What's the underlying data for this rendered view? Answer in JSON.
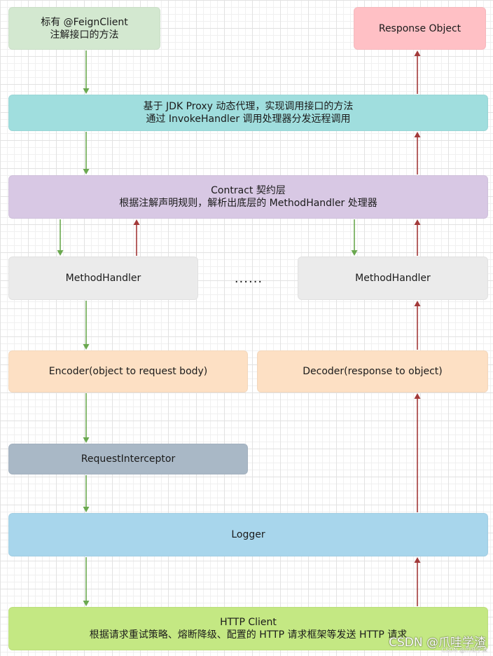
{
  "colors": {
    "green_arrow": "#6aa84f",
    "red_arrow": "#a33a3a",
    "start_box": "#d3e8d0",
    "response_box": "#ffc0c5",
    "proxy_box": "#a0dede",
    "contract_box": "#d8c8e4",
    "handler_box": "#ebebeb",
    "codec_box": "#fde0c4",
    "interceptor_box": "#a9b8c6",
    "logger_box": "#a8d6ec",
    "http_box": "#c4e883"
  },
  "nodes": {
    "start": {
      "line1": "标有 @FeignClient",
      "line2": "注解接口的方法"
    },
    "response": {
      "label": "Response Object"
    },
    "proxy": {
      "line1": "基于 JDK Proxy 动态代理，实现调用接口的方法",
      "line2": "通过 InvokeHandler 调用处理器分发远程调用"
    },
    "contract": {
      "line1": "Contract 契约层",
      "line2": "根据注解声明规则，解析出底层的 MethodHandler 处理器"
    },
    "method_handler_left": {
      "label": "MethodHandler"
    },
    "ellipsis": {
      "label": "......"
    },
    "method_handler_right": {
      "label": "MethodHandler"
    },
    "encoder": {
      "label": "Encoder(object to request body)"
    },
    "decoder": {
      "label": "Decoder(response to object)"
    },
    "interceptor": {
      "label": "RequestInterceptor"
    },
    "logger": {
      "label": "Logger"
    },
    "http_client": {
      "line1": "HTTP Client",
      "line2": "根据请求重试策略、熔断降级、配置的 HTTP 请求框架等发送 HTTP 请求"
    }
  },
  "edges": [
    {
      "id": "start-to-proxy",
      "direction": "down",
      "color": "green"
    },
    {
      "id": "proxy-to-contract",
      "direction": "down",
      "color": "green"
    },
    {
      "id": "contract-to-handler-left",
      "direction": "down",
      "color": "green"
    },
    {
      "id": "handler-left-to-contract",
      "direction": "up",
      "color": "red"
    },
    {
      "id": "contract-to-handler-right",
      "direction": "down",
      "color": "green"
    },
    {
      "id": "handler-left-to-encoder",
      "direction": "down",
      "color": "green"
    },
    {
      "id": "encoder-to-interceptor",
      "direction": "down",
      "color": "green"
    },
    {
      "id": "interceptor-to-logger",
      "direction": "down",
      "color": "green"
    },
    {
      "id": "logger-to-http",
      "direction": "down",
      "color": "green"
    },
    {
      "id": "http-to-logger",
      "direction": "up",
      "color": "red"
    },
    {
      "id": "logger-to-decoder",
      "direction": "up",
      "color": "red"
    },
    {
      "id": "decoder-to-handler-right",
      "direction": "up",
      "color": "red"
    },
    {
      "id": "handler-right-to-contract",
      "direction": "up",
      "color": "red"
    },
    {
      "id": "contract-to-proxy",
      "direction": "up",
      "color": "red"
    },
    {
      "id": "proxy-to-response",
      "direction": "up",
      "color": "red"
    }
  ],
  "watermark": {
    "text": "CSDN @爪哇学渣",
    "small_text": "CSDN @爪哇学渣"
  }
}
